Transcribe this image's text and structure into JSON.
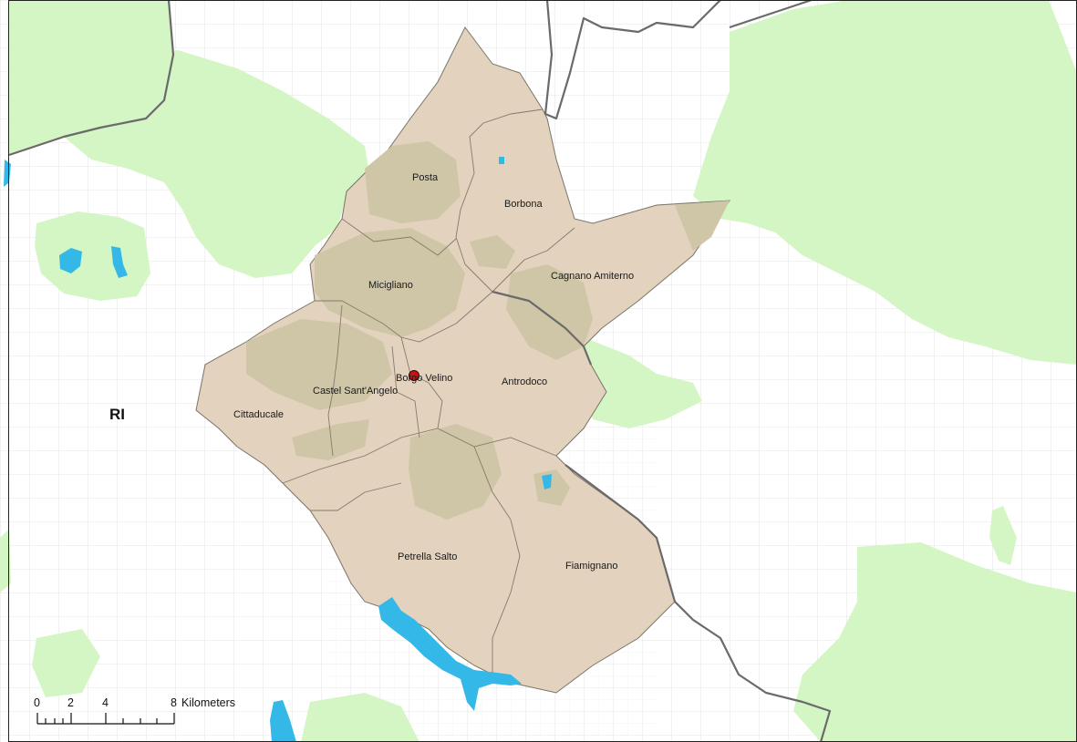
{
  "map": {
    "province_label": "RI",
    "municipalities": [
      {
        "key": "posta",
        "name": "Posta"
      },
      {
        "key": "borbona",
        "name": "Borbona"
      },
      {
        "key": "cagnano",
        "name": "Cagnano Amiterno"
      },
      {
        "key": "micigliano",
        "name": "Micigliano"
      },
      {
        "key": "borgo_velino",
        "name": "Borgo Velino"
      },
      {
        "key": "antrodoco",
        "name": "Antrodoco"
      },
      {
        "key": "castel_sant_angelo",
        "name": "Castel Sant'Angelo"
      },
      {
        "key": "cittaducale",
        "name": "Cittaducale"
      },
      {
        "key": "petrella_salto",
        "name": "Petrella Salto"
      },
      {
        "key": "fiamignano",
        "name": "Fiamignano"
      }
    ],
    "colors": {
      "background": "#ffffff",
      "protected_area": "#d4f5c4",
      "study_area": "#e3d2bd",
      "study_area_overlap": "#cfc6a8",
      "water": "#33b8e8",
      "region_boundary": "#6a6a6a",
      "municipal_boundary": "#7a7468",
      "grid": "#d9d9d9",
      "point_marker": "#cc1111"
    },
    "scale_bar": {
      "ticks": [
        "0",
        "2",
        "4",
        "8"
      ],
      "unit": "Kilometers"
    }
  }
}
